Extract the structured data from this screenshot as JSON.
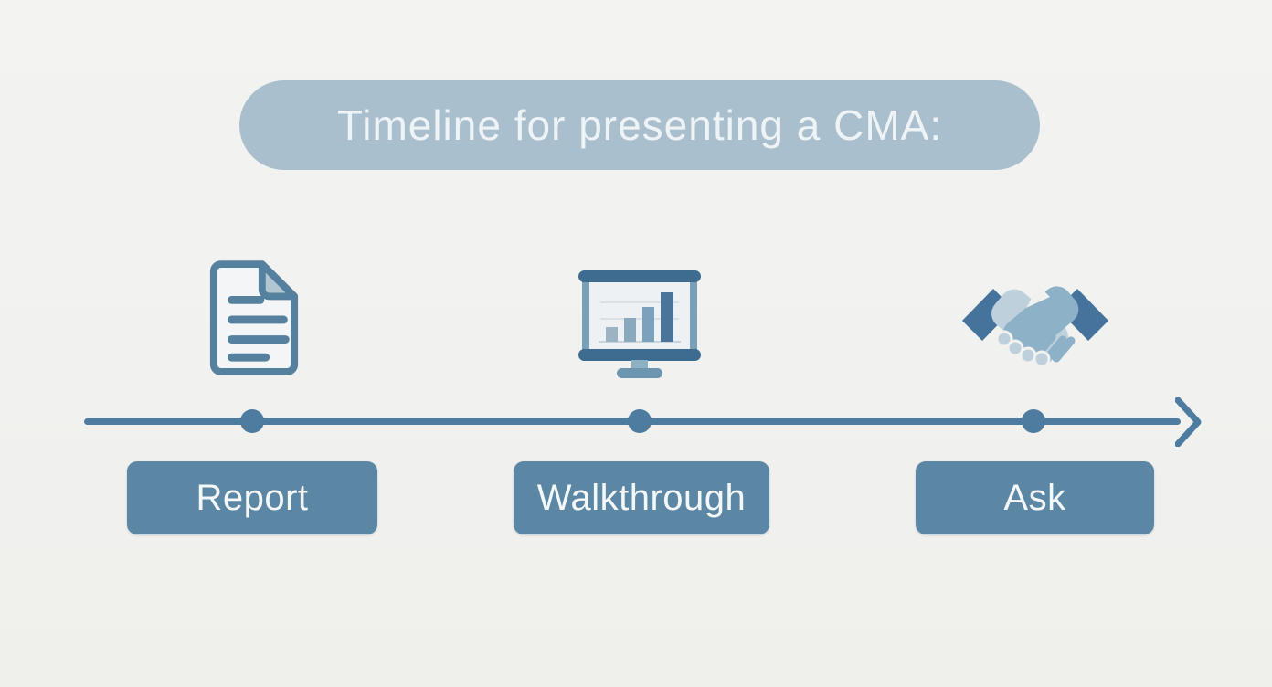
{
  "title": {
    "text": "Timeline for presenting a CMA:"
  },
  "steps": [
    {
      "label": "Report",
      "icon": "document-icon"
    },
    {
      "label": "Walkthrough",
      "icon": "presentation-chart-icon"
    },
    {
      "label": "Ask",
      "icon": "handshake-icon"
    }
  ],
  "timeline": {
    "direction": "left-to-right",
    "marker_count": 3,
    "arrow": "right"
  },
  "colors": {
    "background": "#f1f1ef",
    "title_pill": "#a9bfce",
    "title_text": "#eef3f6",
    "step_box": "#5b87a5",
    "step_box_text": "#f4f7f8",
    "timeline_line": "#4e7ca0",
    "icon_stroke": "#55809e",
    "icon_fill_light": "#f3f5f6",
    "icon_fold": "#b2c6d2",
    "dark_accent": "#3e6b90"
  }
}
